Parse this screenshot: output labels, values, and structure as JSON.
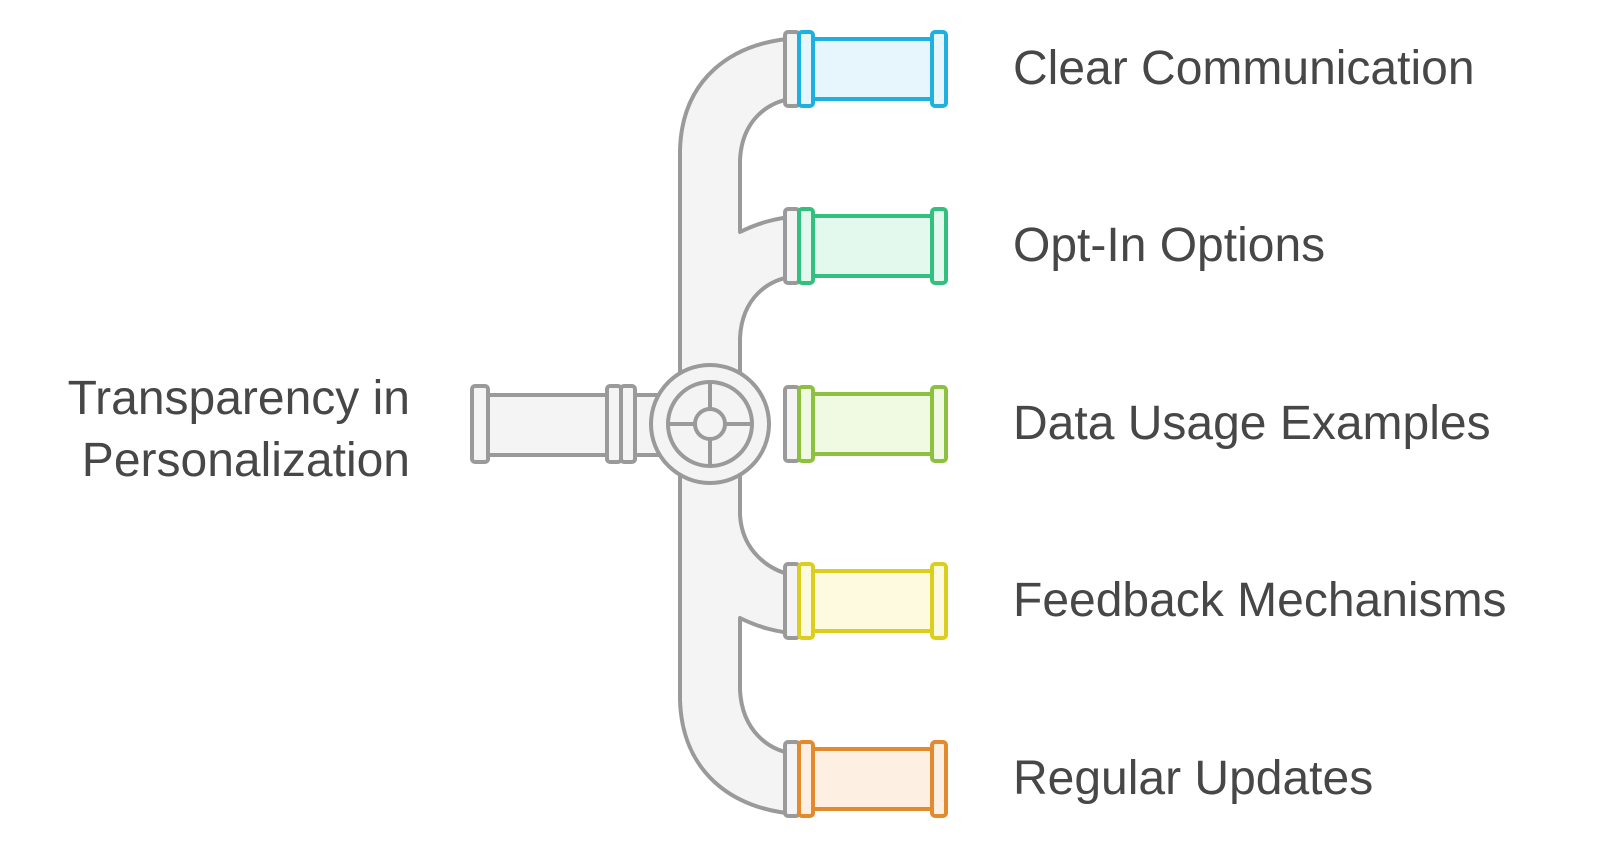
{
  "root": {
    "line1": "Transparency in",
    "line2": "Personalization"
  },
  "pipe_color": "#9a9a9a",
  "pipe_fill": "#f4f4f4",
  "branches": [
    {
      "label": "Clear Communication",
      "stroke": "#1fb0e0",
      "fill": "#e6f6fc"
    },
    {
      "label": "Opt-In Options",
      "stroke": "#33c07f",
      "fill": "#e3f9ee"
    },
    {
      "label": "Data Usage Examples",
      "stroke": "#8cc13f",
      "fill": "#f0fae3"
    },
    {
      "label": "Feedback Mechanisms",
      "stroke": "#dcce1e",
      "fill": "#fdfae0"
    },
    {
      "label": "Regular Updates",
      "stroke": "#e38a2e",
      "fill": "#fdf0e2"
    }
  ]
}
